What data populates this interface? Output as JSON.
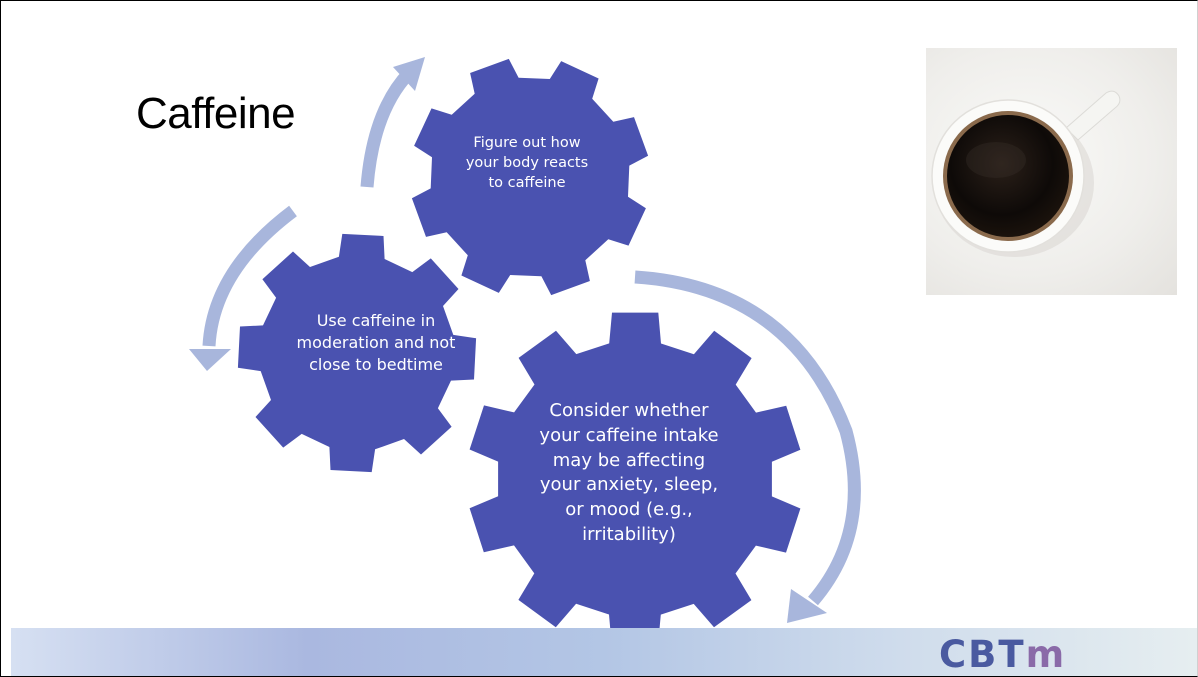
{
  "slide": {
    "title": "Caffeine",
    "gears": [
      {
        "text": "Figure out how your body reacts to caffeine"
      },
      {
        "text": "Use caffeine in moderation and not close to bedtime"
      },
      {
        "text": "Consider whether your caffeine intake may be affecting your anxiety, sleep, or mood (e.g., irritability)"
      }
    ],
    "logo": {
      "prefix": "CBT",
      "suffix": "m"
    }
  },
  "colors": {
    "gear": "#4a52b0",
    "arrow": "#a8b6dc",
    "logo_primary": "#4a5aa0",
    "logo_accent": "#8a6aa8"
  }
}
